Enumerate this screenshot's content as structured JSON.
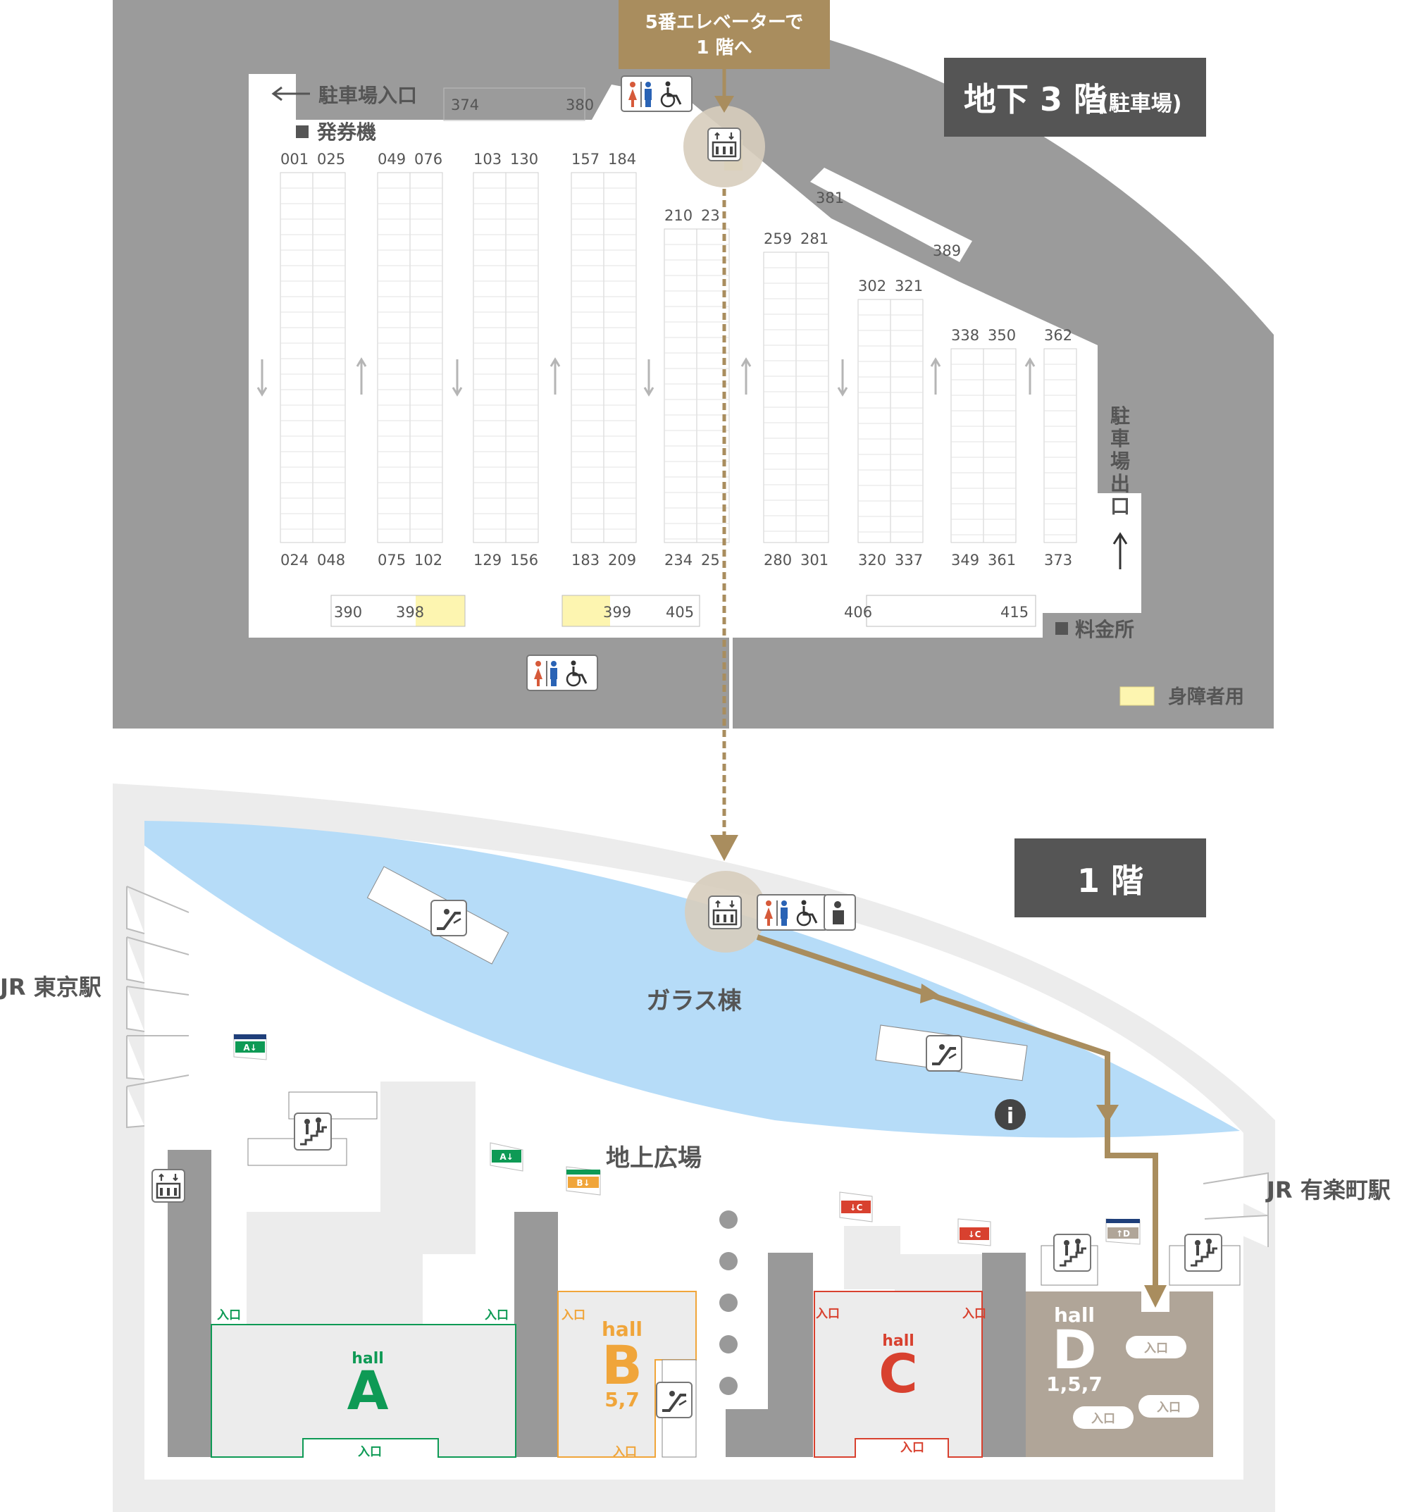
{
  "b3": {
    "route_note_line1": "5番エレベーターで",
    "route_note_line2": "1 階へ",
    "floor_label": "地下 3 階",
    "floor_label_sub": "(駐車場)",
    "entrance": "駐車場入口",
    "ticket_machine": "発券機",
    "exit": "駐車場出口",
    "toll_booth": "料金所",
    "legend_accessible": "身障者用",
    "rows": [
      {
        "top": [
          "001",
          "025"
        ],
        "bottom": [
          "024",
          "048"
        ]
      },
      {
        "top": [
          "049",
          "076"
        ],
        "bottom": [
          "075",
          "102"
        ]
      },
      {
        "top": [
          "103",
          "130"
        ],
        "bottom": [
          "129",
          "156"
        ]
      },
      {
        "top": [
          "157",
          "184"
        ],
        "bottom": [
          "183",
          "209"
        ]
      },
      {
        "top": [
          "210",
          "23"
        ],
        "bottom": [
          "234",
          "25"
        ]
      },
      {
        "top": [
          "259",
          "281"
        ],
        "bottom": [
          "280",
          "301"
        ]
      },
      {
        "top": [
          "302",
          "321"
        ],
        "bottom": [
          "320",
          "337"
        ]
      },
      {
        "top": [
          "338",
          "350"
        ],
        "bottom": [
          "349",
          "361"
        ]
      },
      {
        "top": [
          "362"
        ],
        "bottom": [
          "373"
        ]
      }
    ],
    "top_row": [
      "374",
      "380"
    ],
    "diag_row": [
      "381",
      "389"
    ],
    "bottom_stalls": [
      "390",
      "398",
      "399",
      "405",
      "406",
      "415"
    ]
  },
  "f1": {
    "floor_label": "1 階",
    "glass_building": "ガラス棟",
    "plaza": "地上広場",
    "jr_tokyo": "JR 東京駅",
    "jr_yurakucho": "JR 有楽町駅",
    "hall_word": "hall",
    "halls": [
      {
        "letter": "A",
        "floors": ""
      },
      {
        "letter": "B",
        "floors": "5,7"
      },
      {
        "letter": "C",
        "floors": ""
      },
      {
        "letter": "D",
        "floors": "1,5,7"
      }
    ],
    "entrance_label": "入口",
    "sign_a": "A↓",
    "sign_b": "B↓",
    "sign_c": "↓C",
    "sign_d": "↑D"
  },
  "colors": {
    "route": "#a98d5e",
    "hall_a": "#0e9a55",
    "hall_b": "#f0a53a",
    "hall_c": "#d8412f",
    "hall_d": "#b0a598",
    "glass": "#b6dcf8",
    "parking_frame": "#9b9b9b",
    "accessible": "#fdf5b0"
  },
  "icons": [
    "elevator-icon",
    "restroom-icon",
    "wheelchair-icon",
    "escalator-icon",
    "stairs-icon",
    "info-icon",
    "nursing-room-icon"
  ]
}
